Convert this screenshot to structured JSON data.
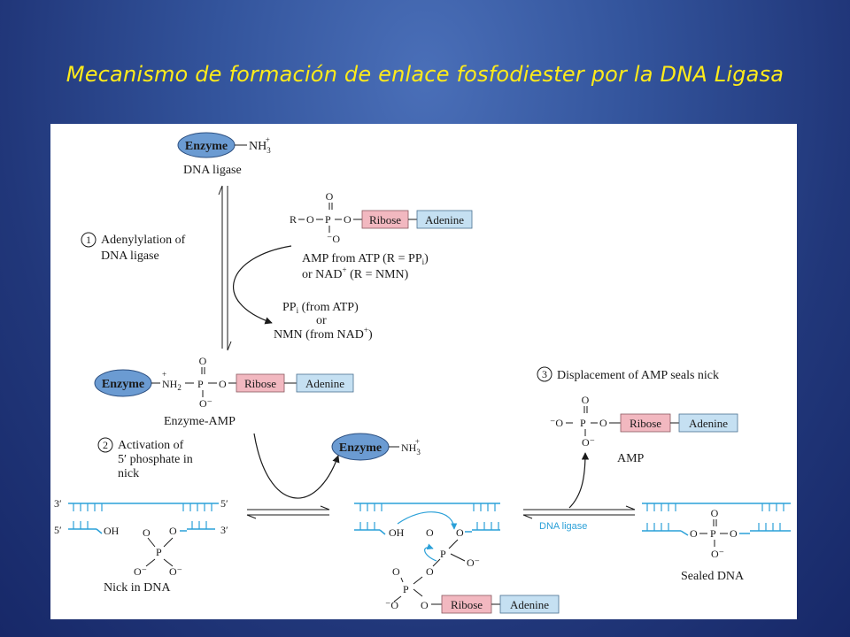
{
  "title": "Mecanismo de formación de enlace fosfodiester por la DNA Ligasa",
  "figure": {
    "enzyme_label": "Enzyme",
    "nh3": "NH",
    "nh3_sub": "3",
    "nh3_sup": "+",
    "dna_ligase_label": "DNA ligase",
    "step1": {
      "num": "1",
      "line1": "Adenylylation of",
      "line2": "DNA ligase"
    },
    "amp_source": {
      "r": "R",
      "o": "O",
      "p": "P",
      "o_minus": "O",
      "line1": "AMP from ATP (R = PP",
      "line1_sub": "i",
      "line1_end": ")",
      "line2": "or NAD",
      "line2_sup": "+",
      "line2_end": " (R = NMN)"
    },
    "byproducts": {
      "line1": "PP",
      "line1_sub": "i",
      "line1_end": " (from ATP)",
      "line2": "or",
      "line3": "NMN (from NAD",
      "line3_sup": "+",
      "line3_end": ")"
    },
    "ribose": "Ribose",
    "adenine": "Adenine",
    "nh2": "NH",
    "nh2_sub": "2",
    "enzyme_amp_label": "Enzyme-AMP",
    "step2": {
      "num": "2",
      "line1": "Activation of",
      "line2": "5′ phosphate in",
      "line3": "nick"
    },
    "step3": {
      "num": "3",
      "text": "Displacement of AMP seals nick"
    },
    "amp_label": "AMP",
    "nick_label": "Nick in DNA",
    "sealed_label": "Sealed DNA",
    "dna_ligase_blue": "DNA ligase",
    "oh": "OH",
    "end3": "3′",
    "end5": "5′",
    "colors": {
      "enzyme": "#6b9bd2",
      "ribose": "#f2b8c0",
      "adenine": "#c5e0f2",
      "dna": "#2aa0d8",
      "title": "#ffeb1a"
    }
  }
}
